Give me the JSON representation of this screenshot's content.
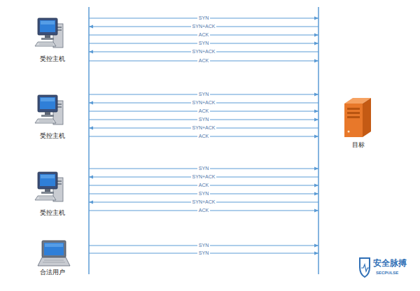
{
  "diagram": {
    "nodes": [
      {
        "text": [
          "受控主机"
        ]
      },
      {
        "text": [
          "受控主机"
        ]
      },
      {
        "text": [
          "受控主机"
        ]
      },
      {
        "text": [
          "合法用户"
        ]
      },
      {
        "text": [
          "目标"
        ]
      }
    ],
    "edges": [
      {
        "from": 0,
        "to": 4,
        "label": "SYN",
        "arrow": "to"
      },
      {
        "from": 4,
        "to": 0,
        "label": "SYN+ACK",
        "arrow": "to"
      },
      {
        "from": 0,
        "to": 4,
        "label": "ACK",
        "arrow": "to"
      },
      {
        "from": 0,
        "to": 4,
        "label": "SYN",
        "arrow": "to"
      },
      {
        "from": 4,
        "to": 0,
        "label": "SYN+ACK",
        "arrow": "to"
      },
      {
        "from": 0,
        "to": 4,
        "label": "ACK",
        "arrow": "to"
      },
      {
        "from": 1,
        "to": 4,
        "label": "SYN",
        "arrow": "to"
      },
      {
        "from": 4,
        "to": 1,
        "label": "SYN+ACK",
        "arrow": "to"
      },
      {
        "from": 1,
        "to": 4,
        "label": "ACK",
        "arrow": "to"
      },
      {
        "from": 1,
        "to": 4,
        "label": "SYN",
        "arrow": "to"
      },
      {
        "from": 4,
        "to": 1,
        "label": "SYN+ACK",
        "arrow": "to"
      },
      {
        "from": 1,
        "to": 4,
        "label": "ACK",
        "arrow": "to"
      },
      {
        "from": 2,
        "to": 4,
        "label": "SYN",
        "arrow": "to"
      },
      {
        "from": 4,
        "to": 2,
        "label": "SYN+ACK",
        "arrow": "to"
      },
      {
        "from": 2,
        "to": 4,
        "label": "ACK",
        "arrow": "to"
      },
      {
        "from": 2,
        "to": 4,
        "label": "SYN",
        "arrow": "to"
      },
      {
        "from": 4,
        "to": 2,
        "label": "SYN+ACK",
        "arrow": "to"
      },
      {
        "from": 2,
        "to": 4,
        "label": "ACK",
        "arrow": "to"
      },
      {
        "from": 3,
        "to": 4,
        "label": "SYN",
        "arrow": "to"
      },
      {
        "from": 3,
        "to": 4,
        "label": "SYN",
        "arrow": "to"
      }
    ],
    "labels": [
      "安全脉搏",
      "SECPULSE"
    ]
  }
}
